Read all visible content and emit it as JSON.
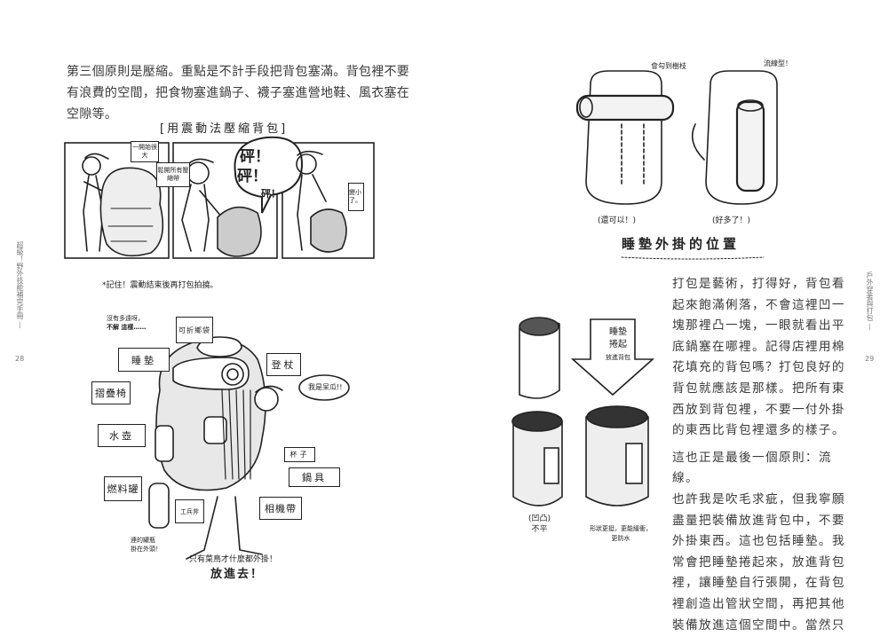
{
  "left_page": {
    "paragraph": [
      "第三個原則是壓縮。重點是不計手段把背包塞滿。背包裡不要",
      "有浪費的空間，把食物塞進鍋子、襪子塞進營地鞋、風衣塞在",
      "空隙等。"
    ],
    "comic": {
      "title": "[用震動法壓縮背包]",
      "panel1_label": "一開始很大",
      "panel1_label2": "鬆開所有壓縮帶",
      "panel2_sfx": [
        "砰！",
        "砰！",
        "砰！"
      ],
      "panel3_label": "變小了。",
      "caption": "*記住！震動結束後再打包拍撓。"
    },
    "overpacked": {
      "note": [
        "沒有多遠呀，",
        "不解 這樣……"
      ],
      "labels": {
        "bag": "可折鄉袋",
        "pad": "睡墊",
        "poles": "登杖",
        "chair": "摺疊椅",
        "bottle": "水壺",
        "cup": "杯子",
        "pot": "鍋具",
        "fuel": "燃料罐",
        "axe": "工兵斧",
        "camera": "相機帶"
      },
      "thought": "我是呆瓜!!",
      "side_note": [
        "連的罐瓶",
        "掛在外頭！"
      ],
      "bottom_note": "只有菜鳥才什麼都外掛！",
      "bottom_shout": "放進去！"
    },
    "running_head": "超級！野外技能補完手冊",
    "page_number": "28"
  },
  "right_page": {
    "pad_position": {
      "left_note": "會勾到樹枝",
      "right_note": "流線型！",
      "left_caption": "(還可以！)",
      "right_caption": "(好多了！)",
      "title": "睡墊外掛的位置"
    },
    "rolled_pad": {
      "arrow_text": [
        "睡墊",
        "捲起",
        "放進背包"
      ],
      "left_caption": [
        "(凹凸)",
        "不平"
      ],
      "right_caption": [
        "形狀更挺，更能緩衝，",
        "更防水"
      ]
    },
    "paragraph1": [
      "打包是藝術，打得好，背包看",
      "起來飽滿俐落，不會這裡凹一",
      "塊那裡凸一塊，一眼就看出平",
      "底鍋塞在哪裡。記得店裡用棉",
      "花填充的背包嗎？打包良好的",
      "背包就應該是那樣。把所有東",
      "西放到背包裡，不要一付外掛",
      "的東西比背包裡還多的樣子。"
    ],
    "paragraph2": [
      "這也正是最後一個原則：流線。",
      "也許我是吹毛求疵，但我寧願",
      "盡量把裝備放進背包中，不要",
      "外掛東西。這也包括睡墊。我",
      "常會把睡墊捲起來，放進背包",
      "裡，讓睡墊自行張開，在背包",
      "裡創造出管狀空間，再把其他",
      "裝備放進這個空間中。當然只"
    ],
    "running_head": "戶外穿著與打包",
    "page_number": "29"
  }
}
